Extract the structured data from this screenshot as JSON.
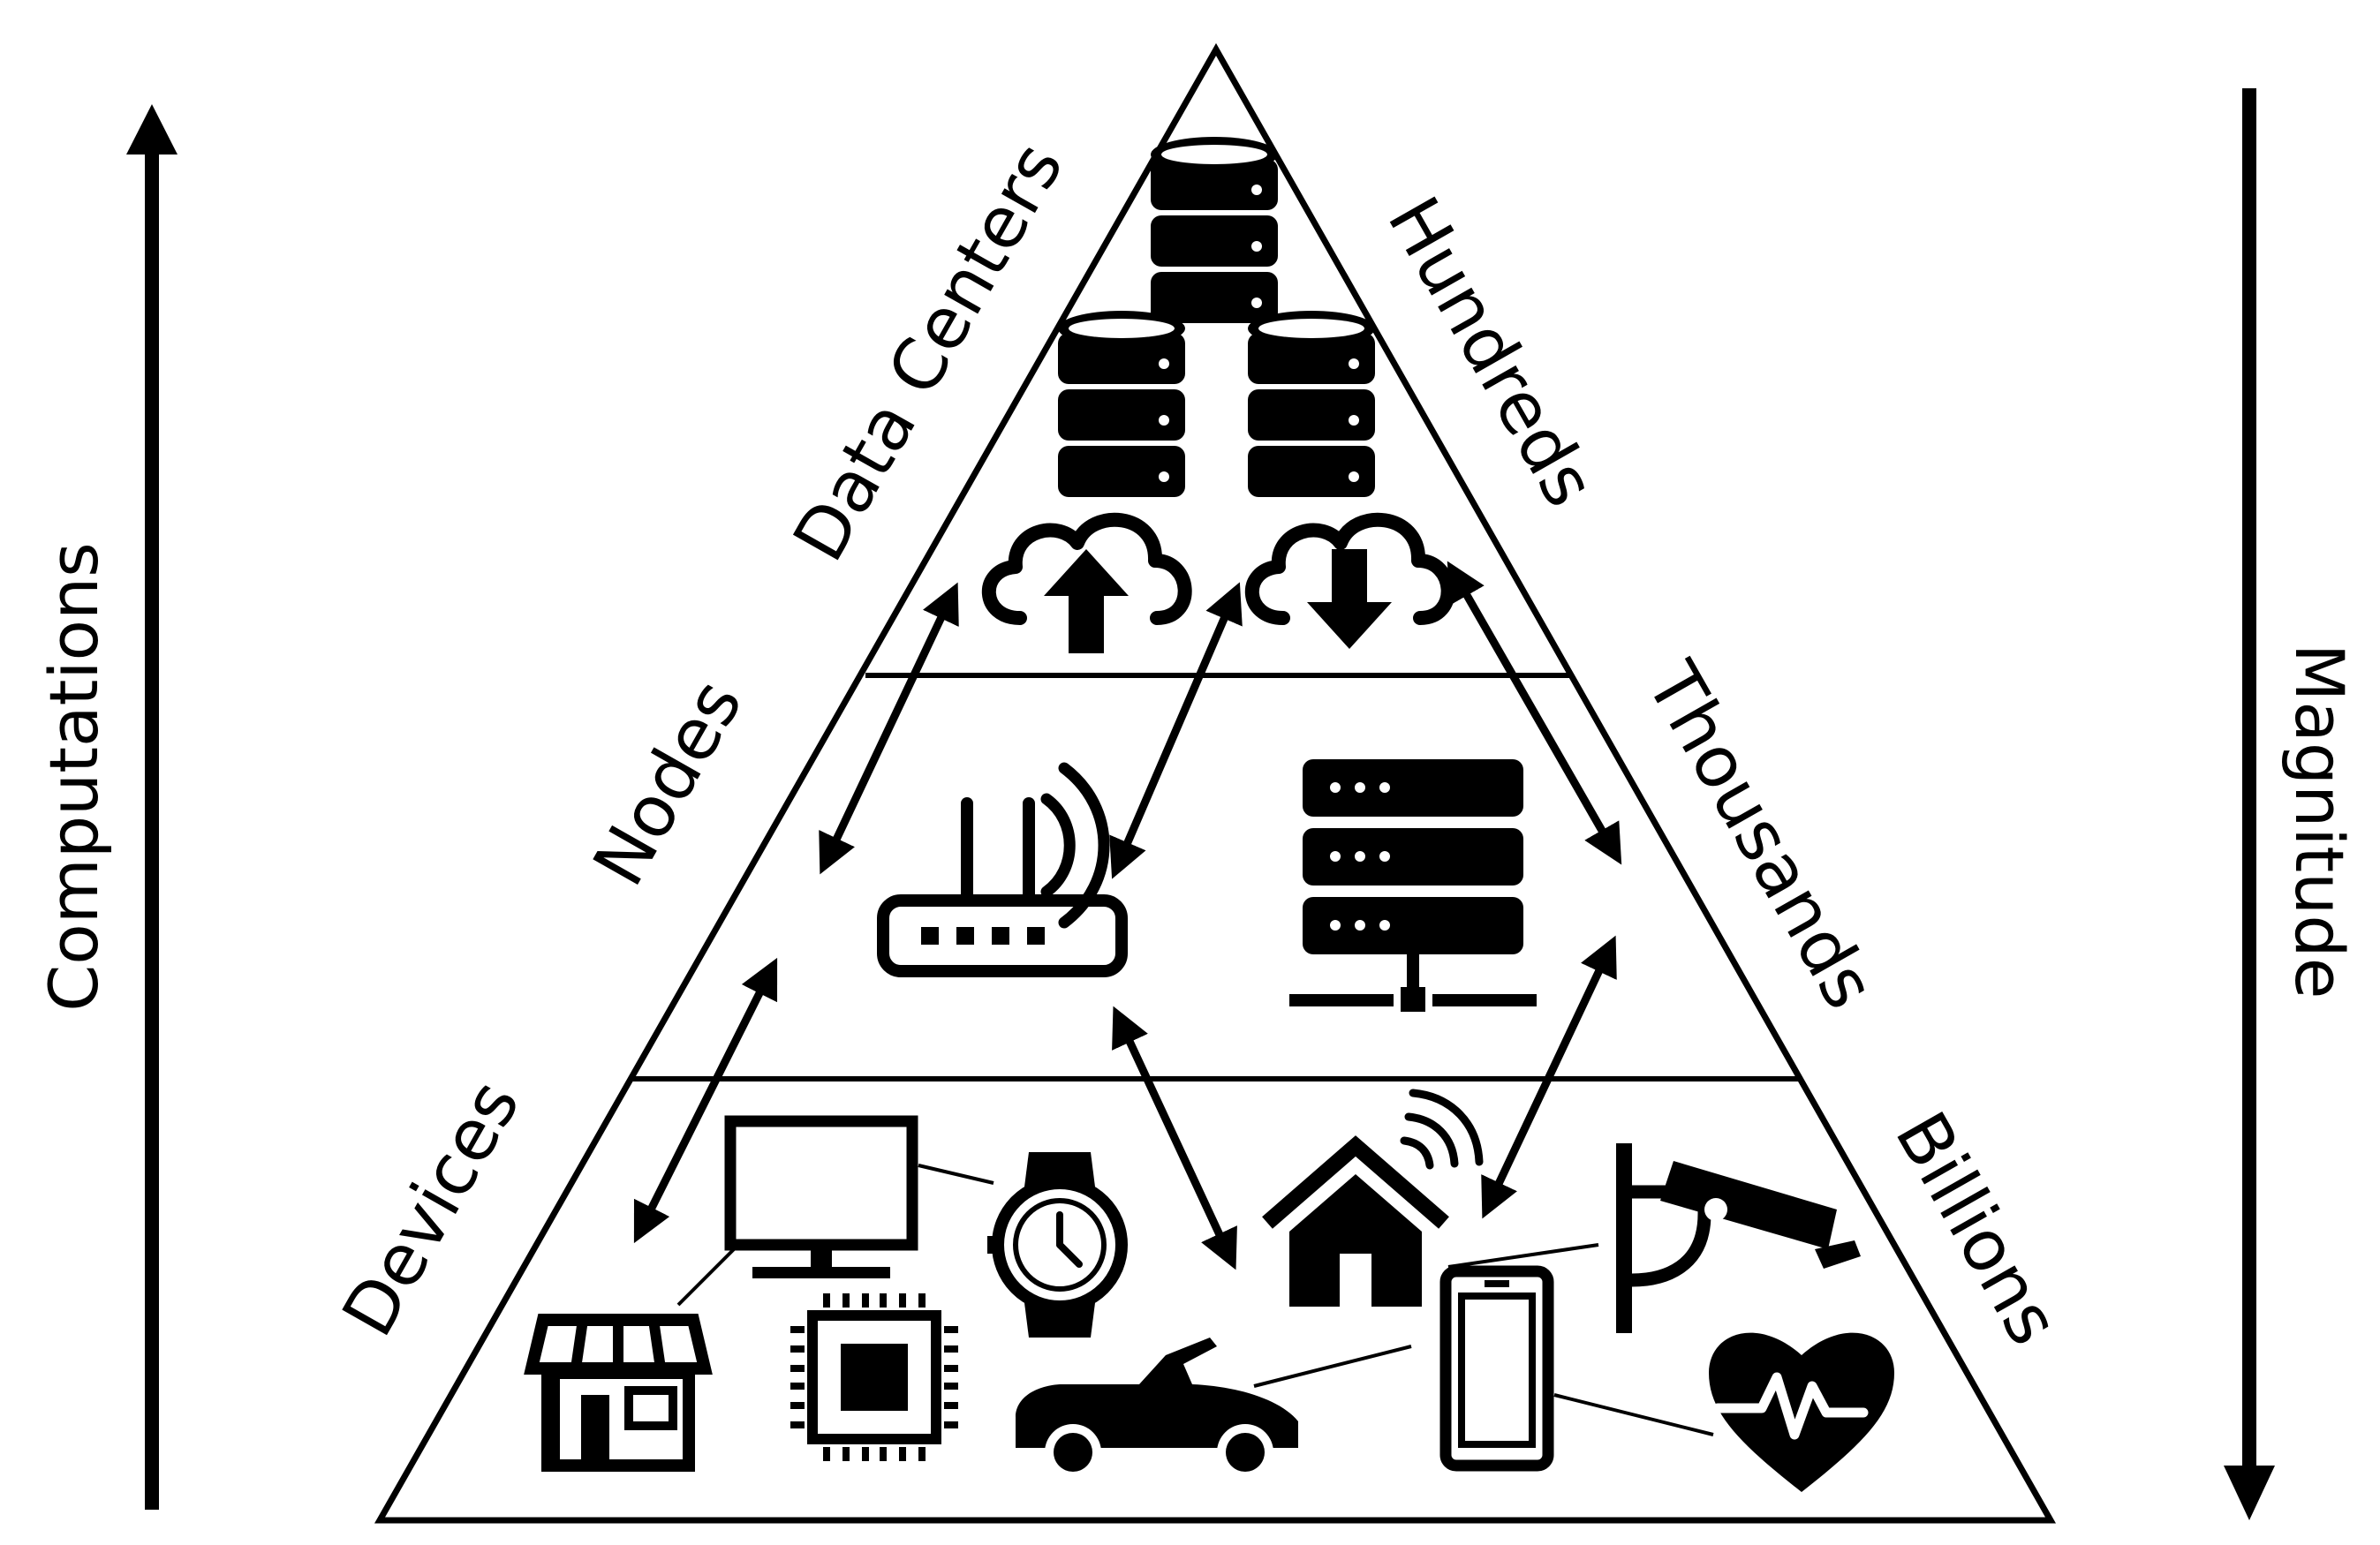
{
  "axes": {
    "left_label": "Computations",
    "right_label": "Magnitude"
  },
  "tiers": [
    {
      "name": "Data Centers",
      "count": "Hundreds"
    },
    {
      "name": "Nodes",
      "count": "Thousands"
    },
    {
      "name": "Devices",
      "count": "Billions"
    }
  ],
  "icons": {
    "data_center_tier": [
      "database-icon",
      "cloud-upload-icon",
      "cloud-download-icon"
    ],
    "node_tier": [
      "wifi-router-icon",
      "server-rack-icon"
    ],
    "device_tier": [
      "monitor-icon",
      "smartwatch-icon",
      "smart-home-icon",
      "security-camera-icon",
      "storefront-icon",
      "microchip-icon",
      "convertible-car-icon",
      "smartphone-icon",
      "heart-rate-icon"
    ]
  },
  "colors": {
    "ink": "#000000",
    "background": "#ffffff"
  }
}
